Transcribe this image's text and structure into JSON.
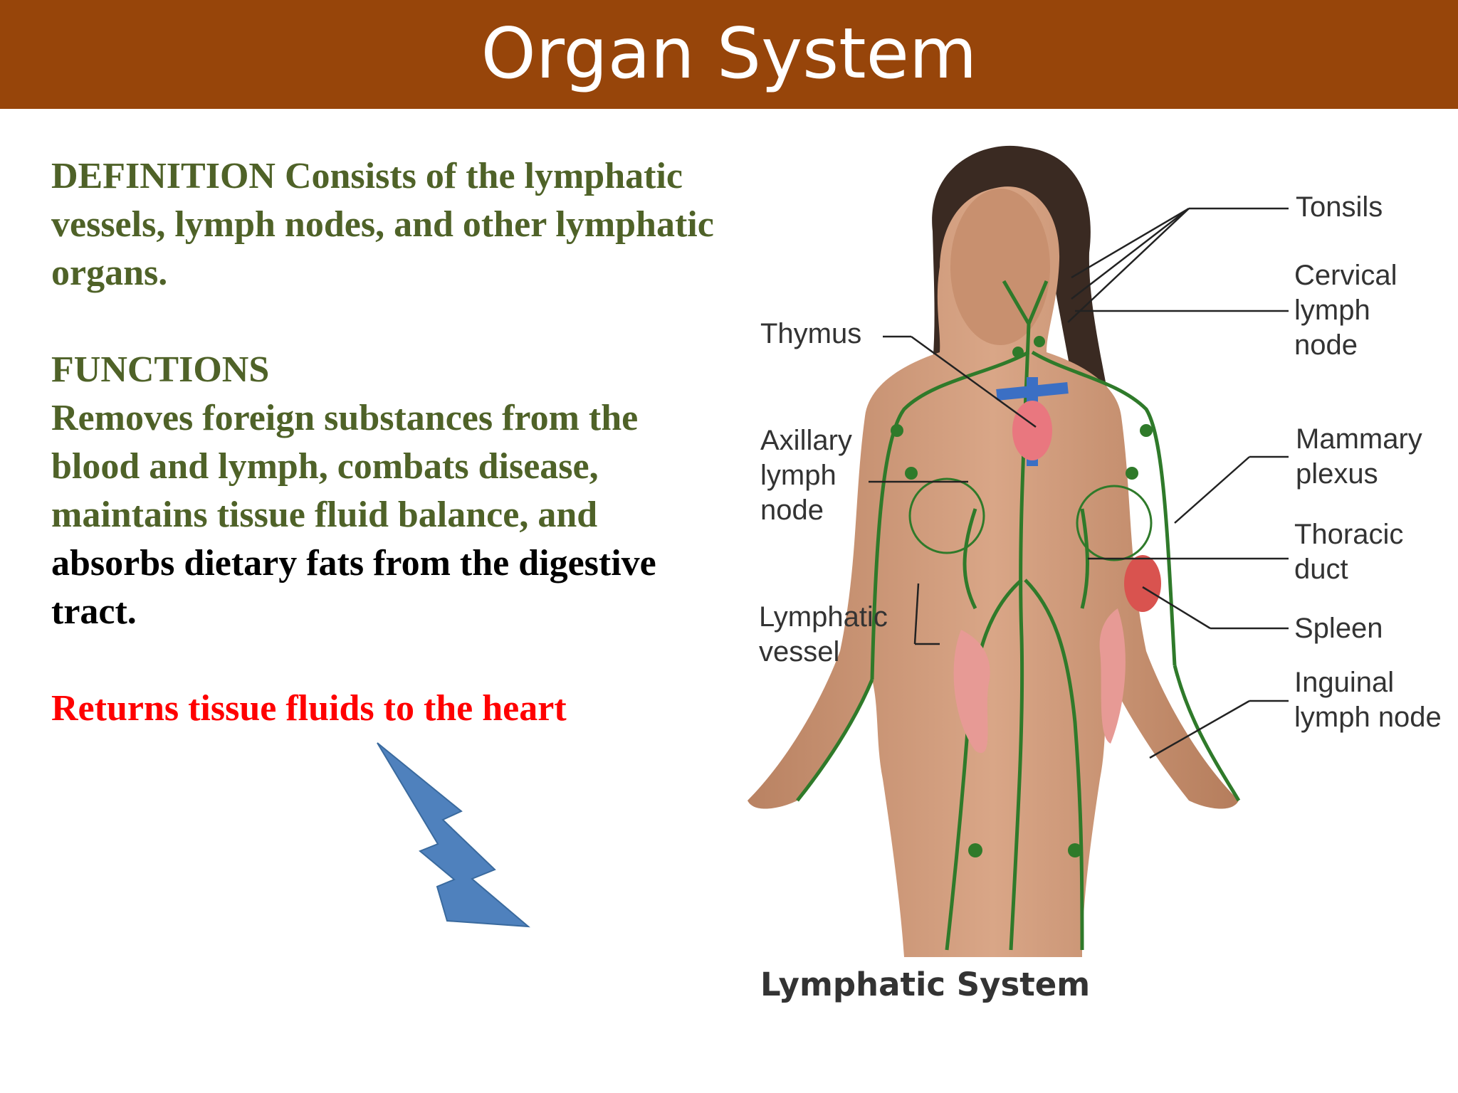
{
  "header": {
    "title": "Organ System",
    "bar_color": "#97450A"
  },
  "content": {
    "definition": {
      "heading": "DEFINITION",
      "text": " Consists of the lymphatic vessels, lymph nodes, and other lymphatic organs."
    },
    "functions": {
      "heading": "FUNCTIONS",
      "text_green": "Removes foreign substances from the blood and lymph, combats disease, maintains tissue fluid balance, and",
      "text_black": " absorbs dietary fats from the digestive tract.",
      "highlight": "Returns tissue fluids to the heart"
    },
    "colors": {
      "green": "#4F6228",
      "black": "#000000",
      "red": "#FF0000"
    }
  },
  "arrow": {
    "icon": "lightning-arrow-icon",
    "color": "#4F81BD"
  },
  "figure": {
    "caption": "Lymphatic System",
    "labels": {
      "tonsils": "Tonsils",
      "cervical": "Cervical\nlymph\nnode",
      "thymus": "Thymus",
      "axillary": "Axillary\nlymph\nnode",
      "mammary": "Mammary\nplexus",
      "thoracic": "Thoracic\nduct",
      "lymphatic_vessel": "Lymphatic\nvessel",
      "spleen": "Spleen",
      "inguinal": "Inguinal\nlymph node"
    }
  }
}
